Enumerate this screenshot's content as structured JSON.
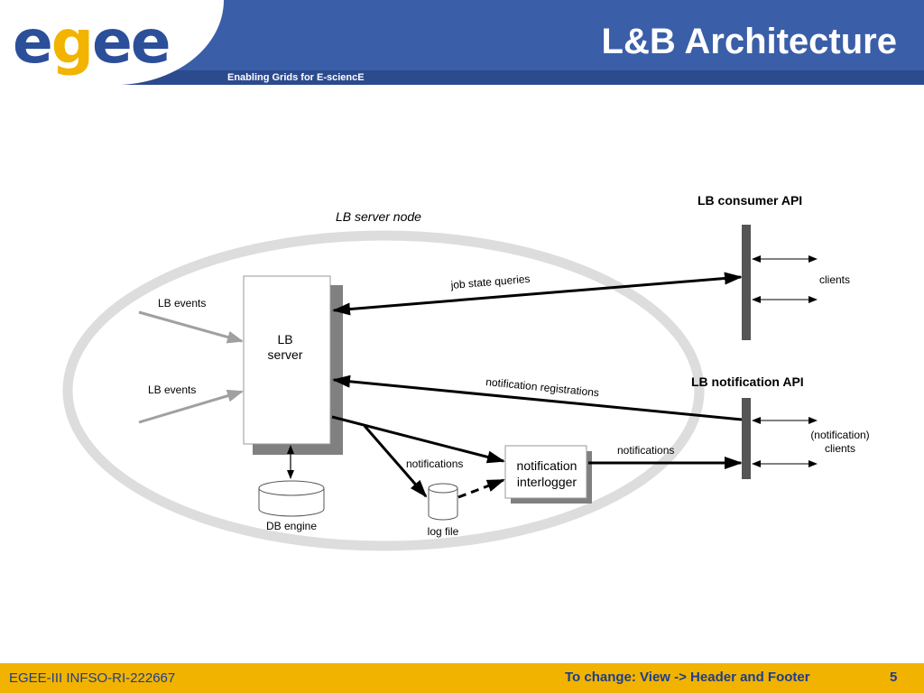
{
  "header": {
    "logo_e1": "e",
    "logo_g": "g",
    "logo_e2": "ee",
    "tagline": "Enabling Grids for E-sciencE",
    "title": "L&B Architecture"
  },
  "diagram": {
    "server_node_label": "LB server node",
    "lb_events_1": "LB events",
    "lb_events_2": "LB events",
    "lb_server_line1": "LB",
    "lb_server_line2": "server",
    "db_engine": "DB engine",
    "log_file": "log file",
    "notifications_to_log": "notifications",
    "interlogger_line1": "notification",
    "interlogger_line2": "interlogger",
    "notifications_out": "notifications",
    "job_state_queries": "job state queries",
    "notification_registrations": "notification registrations",
    "consumer_api": "LB consumer  API",
    "notification_api": "LB notification  API",
    "clients": "clients",
    "notif_clients_line1": "(notification)",
    "notif_clients_line2": "clients"
  },
  "footer": {
    "left": "EGEE-III INFSO-RI-222667",
    "center": "To change: View -> Header and Footer",
    "page": "5"
  }
}
